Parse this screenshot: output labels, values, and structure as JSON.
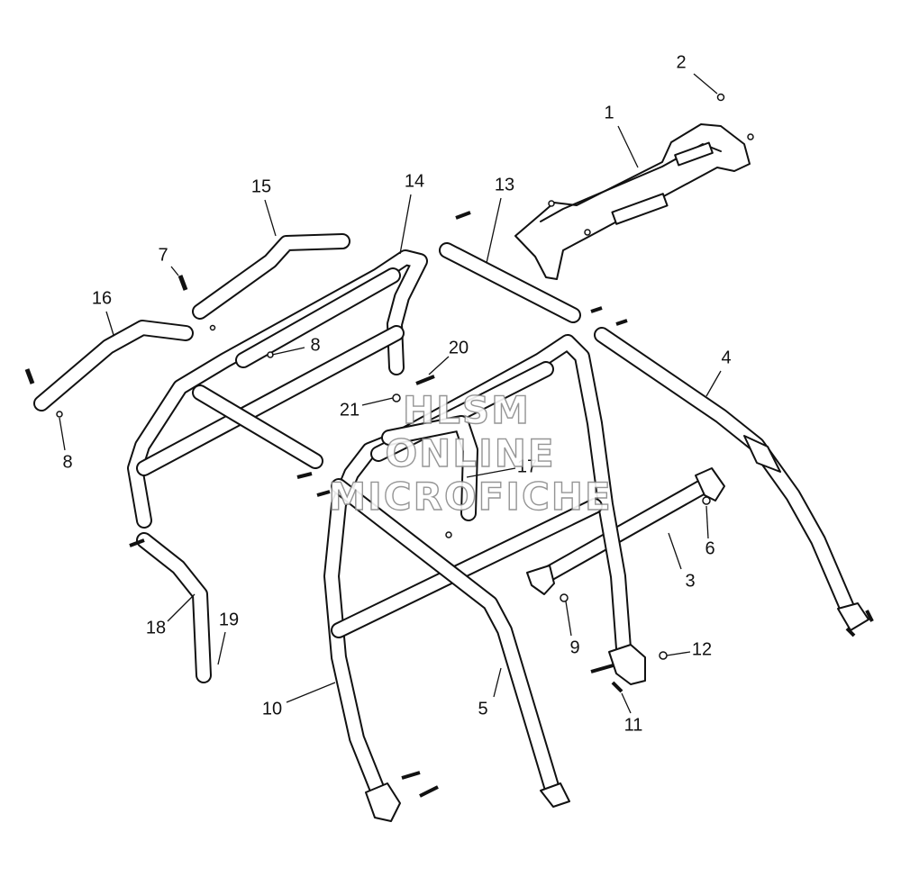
{
  "watermark": {
    "line1": "HLSM",
    "line2": "ONLINE",
    "line3": "MICROFICHE"
  },
  "callouts": [
    {
      "id": "c1",
      "label": "1"
    },
    {
      "id": "c2",
      "label": "2"
    },
    {
      "id": "c3",
      "label": "3"
    },
    {
      "id": "c4",
      "label": "4"
    },
    {
      "id": "c5",
      "label": "5"
    },
    {
      "id": "c6",
      "label": "6"
    },
    {
      "id": "c7",
      "label": "7"
    },
    {
      "id": "c8a",
      "label": "8"
    },
    {
      "id": "c8b",
      "label": "8"
    },
    {
      "id": "c9",
      "label": "9"
    },
    {
      "id": "c10",
      "label": "10"
    },
    {
      "id": "c11",
      "label": "11"
    },
    {
      "id": "c12",
      "label": "12"
    },
    {
      "id": "c13",
      "label": "13"
    },
    {
      "id": "c14",
      "label": "14"
    },
    {
      "id": "c15",
      "label": "15"
    },
    {
      "id": "c16",
      "label": "16"
    },
    {
      "id": "c17",
      "label": "17"
    },
    {
      "id": "c18",
      "label": "18"
    },
    {
      "id": "c19",
      "label": "19"
    },
    {
      "id": "c20",
      "label": "20"
    },
    {
      "id": "c21",
      "label": "21"
    }
  ]
}
